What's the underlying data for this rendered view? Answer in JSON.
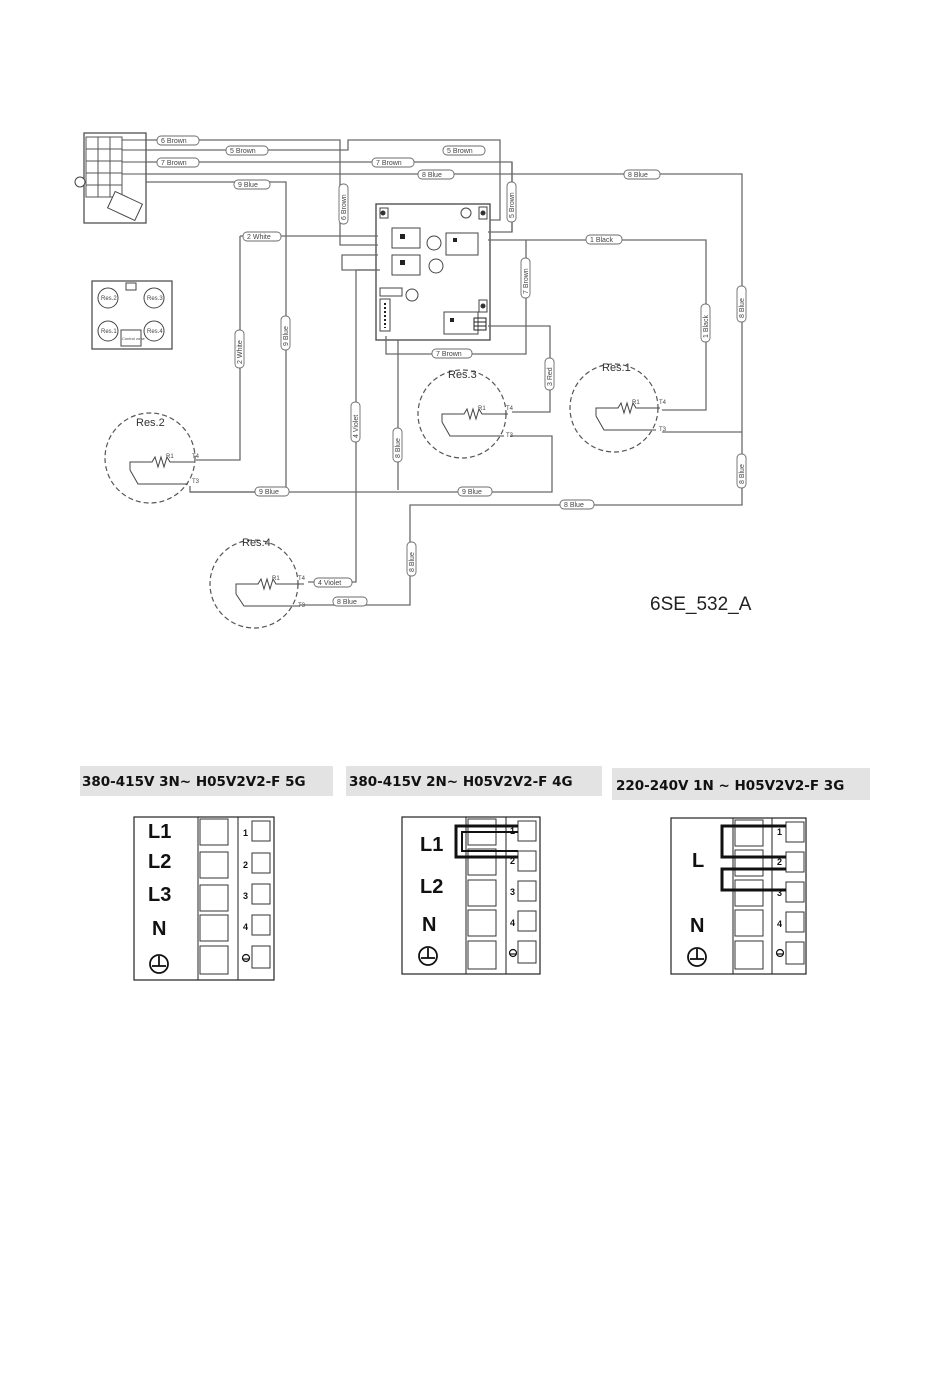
{
  "diagram": {
    "code": "6SE_532_A",
    "wire_labels": [
      {
        "id": "w6brown_top",
        "text": "6 Brown"
      },
      {
        "id": "w5brown_top",
        "text": "5 Brown"
      },
      {
        "id": "w7brown_top",
        "text": "7 Brown"
      },
      {
        "id": "w5brown_right",
        "text": "5 Brown"
      },
      {
        "id": "w7brown_mid",
        "text": "7 Brown"
      },
      {
        "id": "w8blue_mid",
        "text": "8 Blue"
      },
      {
        "id": "w8blue_right",
        "text": "8 Blue"
      },
      {
        "id": "w9blue_top",
        "text": "9 Blue"
      },
      {
        "id": "w2white_h",
        "text": "2 White"
      },
      {
        "id": "w1black_h",
        "text": "1 Black"
      },
      {
        "id": "w6brown_v",
        "text": "6 Brown"
      },
      {
        "id": "w5brown_v",
        "text": "5 Brown"
      },
      {
        "id": "w7brown_v",
        "text": "7 Brown"
      },
      {
        "id": "w8blue_v_right",
        "text": "8 Blue"
      },
      {
        "id": "w2white_v",
        "text": "2 White"
      },
      {
        "id": "w9blue_v",
        "text": "9 Blue"
      },
      {
        "id": "w7brown_bottom",
        "text": "7 Brown"
      },
      {
        "id": "w3red_v",
        "text": "3 Red"
      },
      {
        "id": "w1black_v",
        "text": "1 Black"
      },
      {
        "id": "w4violet_v",
        "text": "4 Violet"
      },
      {
        "id": "w8blue_v_center",
        "text": "8 Blue"
      },
      {
        "id": "w9blue_bottom1",
        "text": "9 Blue"
      },
      {
        "id": "w9blue_bottom2",
        "text": "9 Blue"
      },
      {
        "id": "w8blue_bottom",
        "text": "8 Blue"
      },
      {
        "id": "w8blue_v_far",
        "text": "8 Blue"
      },
      {
        "id": "w8blue_v_low",
        "text": "8 Blue"
      },
      {
        "id": "w4violet_h",
        "text": "4 Violet"
      },
      {
        "id": "w8blue_res4",
        "text": "8 Blue"
      }
    ],
    "resistors": [
      {
        "name": "Res.1"
      },
      {
        "name": "Res.2"
      },
      {
        "name": "Res.3"
      },
      {
        "name": "Res.4"
      }
    ],
    "resistor_pins": {
      "r": "R1",
      "t4": "T4",
      "t3": "T3"
    },
    "zone_map": {
      "zones": [
        "Res.2",
        "Res.3",
        "Res.1",
        "Res.4"
      ],
      "control": "Control zone"
    }
  },
  "panels": [
    {
      "title": "380-415V 3N~ H05V2V2-F 5G",
      "labels": [
        "L1",
        "L2",
        "L3",
        "N"
      ],
      "numbers": [
        "1",
        "2",
        "3",
        "4"
      ]
    },
    {
      "title": "380-415V 2N~ H05V2V2-F 4G",
      "labels": [
        "L1",
        "L2",
        "N"
      ],
      "numbers": [
        "1",
        "2",
        "3",
        "4"
      ]
    },
    {
      "title": "220-240V 1N ~ H05V2V2-F 3G",
      "labels": [
        "L",
        "N"
      ],
      "numbers": [
        "1",
        "2",
        "3",
        "4"
      ]
    }
  ]
}
